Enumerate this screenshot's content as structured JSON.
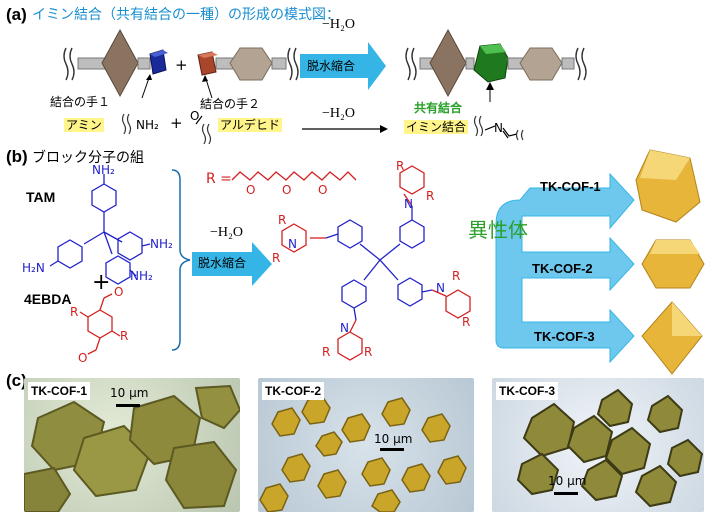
{
  "panel_a": {
    "label": "(a)",
    "title": "イミン結合（共有結合の一種）の形成の模式図：",
    "hand1": "結合の手１",
    "hand2": "結合の手２",
    "amine": "アミン",
    "nh2": "NH₂",
    "aldehyde": "アルデヒド",
    "plus": "+",
    "minus_h2o": "−H₂O",
    "dehydration": "脱水縮合",
    "covalent": "共有結合",
    "imine": "イミン結合",
    "n_atom": "N"
  },
  "panel_b": {
    "label": "(b)",
    "block_title": "ブロック分子の組",
    "tam": "TAM",
    "ebda": "4EBDA",
    "plus": "+",
    "r_label": "R =",
    "nh2": "NH₂",
    "h2n": "H₂N",
    "r": "R",
    "n": "N",
    "o": "O",
    "minus_h2o": "−H₂O",
    "dehydration": "脱水縮合",
    "isomer": "異性体",
    "cof1": "TK-COF-1",
    "cof2": "TK-COF-2",
    "cof3": "TK-COF-3"
  },
  "panel_c": {
    "label": "(c)",
    "photo1": "TK-COF-1",
    "photo2": "TK-COF-2",
    "photo3": "TK-COF-3",
    "scale": "10 µm"
  },
  "colors": {
    "blue_title": "#1a8fd0",
    "molecule_blue": "#2222cc",
    "molecule_red": "#d42020",
    "arrow_cyan": "#35b5e6",
    "crystal_gold": "#e6b53a",
    "highlight_yellow": "#fff58a"
  }
}
